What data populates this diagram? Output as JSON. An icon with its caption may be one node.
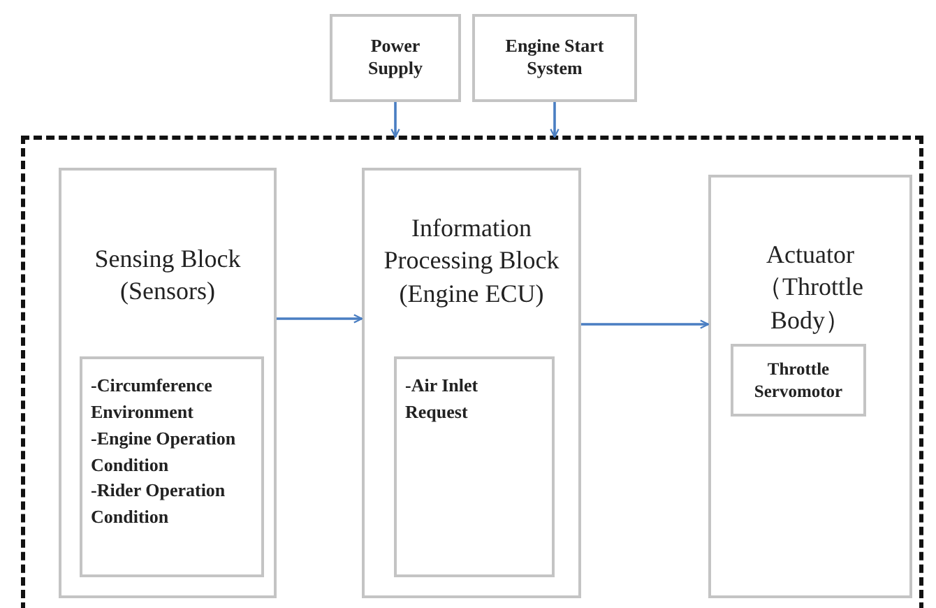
{
  "diagram": {
    "nodes": [
      {
        "text": [
          "Power Supply"
        ]
      },
      {
        "text": [
          "Engine Start System"
        ]
      },
      {
        "text": [],
        "shape": "box"
      },
      {
        "text": [
          "Sensing Block (Sensors)"
        ],
        "in": 2
      },
      {
        "text": [
          "-Circumference Environment",
          "-Engine Operation Condition",
          "-Rider Operation Condition"
        ],
        "in": 3
      },
      {
        "text": [
          "Information Processing Block (Engine ECU)"
        ],
        "in": 2
      },
      {
        "text": [
          "-Air Inlet Request"
        ],
        "in": 5
      },
      {
        "text": [
          "Actuator （Throttle Body）"
        ],
        "in": 2
      },
      {
        "text": [
          "Throttle Servomotor"
        ],
        "in": 7
      }
    ],
    "edges": [
      {
        "from": 0,
        "to": 2,
        "arrow": "to"
      },
      {
        "from": 1,
        "to": 2,
        "arrow": "to"
      },
      {
        "from": 3,
        "to": 5,
        "arrow": "to"
      },
      {
        "from": 5,
        "to": 7,
        "arrow": "to"
      }
    ]
  }
}
